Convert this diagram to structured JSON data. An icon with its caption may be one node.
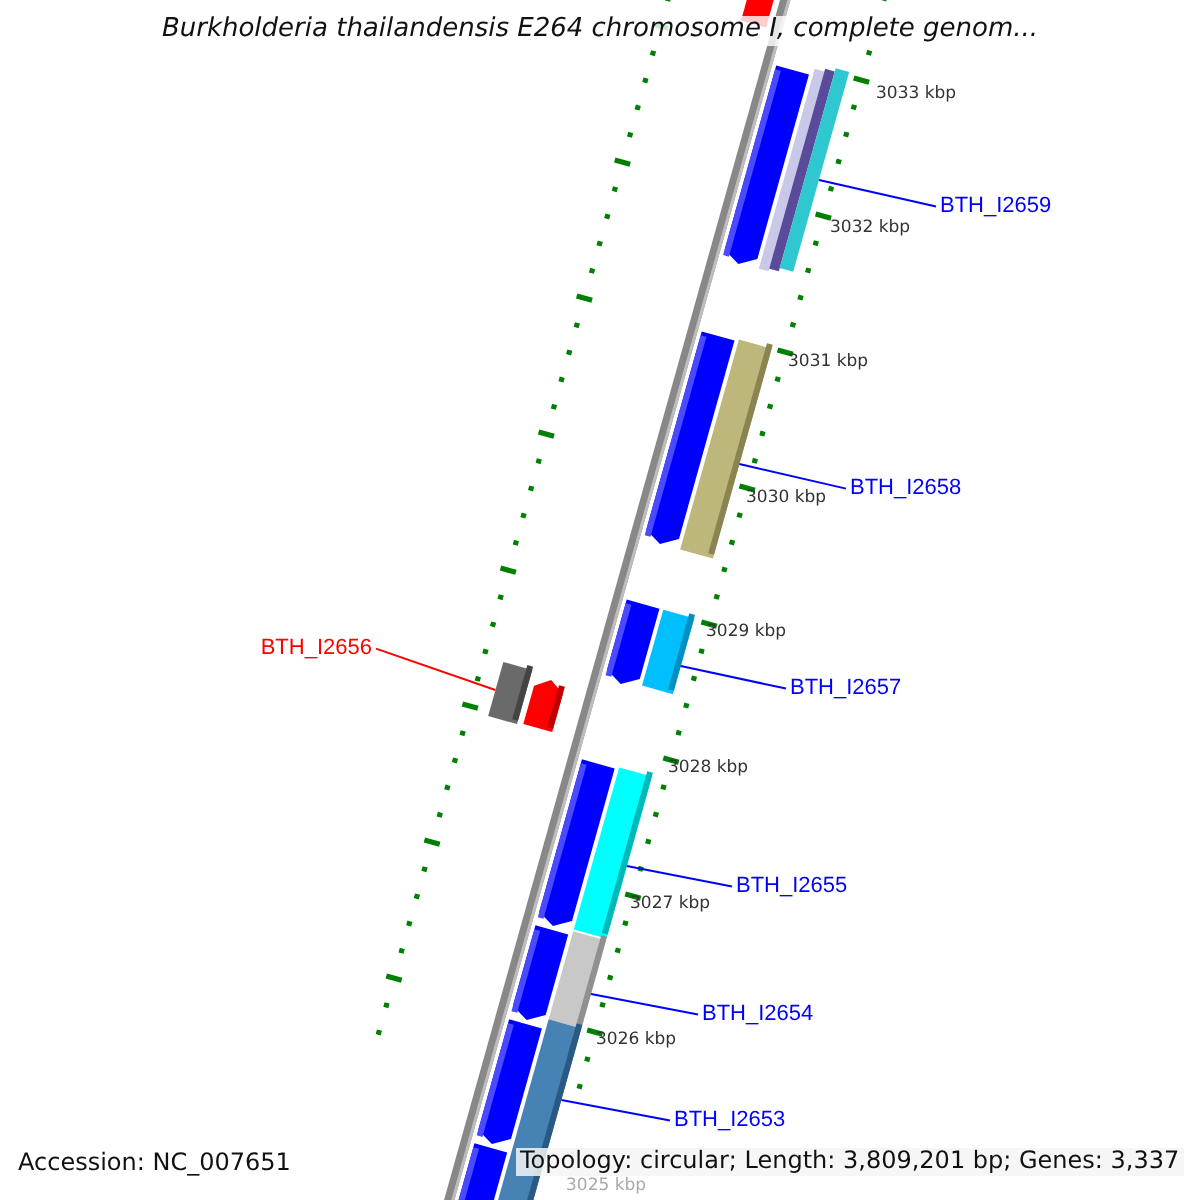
{
  "diagram": {
    "title": "Burkholderia thailandensis E264 chromosome I, complete genom...",
    "nodes": [
      {
        "text": [
          "BTH_I2659"
        ]
      },
      {
        "text": [],
        "shape": "bar"
      },
      {
        "text": [
          "BTH_I2658"
        ]
      },
      {
        "text": [],
        "shape": "bar"
      },
      {
        "text": [
          "BTH_I2656"
        ]
      },
      {
        "text": [],
        "shape": "bar"
      },
      {
        "text": [
          "BTH_I2657"
        ]
      },
      {
        "text": [],
        "shape": "bar"
      },
      {
        "text": [
          "BTH_I2655"
        ]
      },
      {
        "text": [],
        "shape": "bar"
      },
      {
        "text": [
          "BTH_I2654"
        ]
      },
      {
        "text": [],
        "shape": "bar"
      },
      {
        "text": [
          "BTH_I2653"
        ]
      },
      {
        "text": [],
        "shape": "bar"
      }
    ],
    "edges": [
      {
        "from": 0,
        "to": 1,
        "arrow": "none"
      },
      {
        "from": 2,
        "to": 3,
        "arrow": "none"
      },
      {
        "from": 4,
        "to": 5,
        "arrow": "none",
        "color": "#ff0000"
      },
      {
        "from": 6,
        "to": 7,
        "arrow": "none"
      },
      {
        "from": 8,
        "to": 9,
        "arrow": "none"
      },
      {
        "from": 10,
        "to": 11,
        "arrow": "none"
      },
      {
        "from": 12,
        "to": 13,
        "arrow": "none"
      }
    ],
    "labels": [
      "3033 kbp",
      "3032 kbp",
      "3031 kbp",
      "3030 kbp",
      "3029 kbp",
      "3028 kbp",
      "3027 kbp",
      "3026 kbp",
      "3025 kbp",
      "Accession: NC_007651",
      "Topology: circular; Length: 3,809,201 bp; Genes: 3,337"
    ]
  }
}
